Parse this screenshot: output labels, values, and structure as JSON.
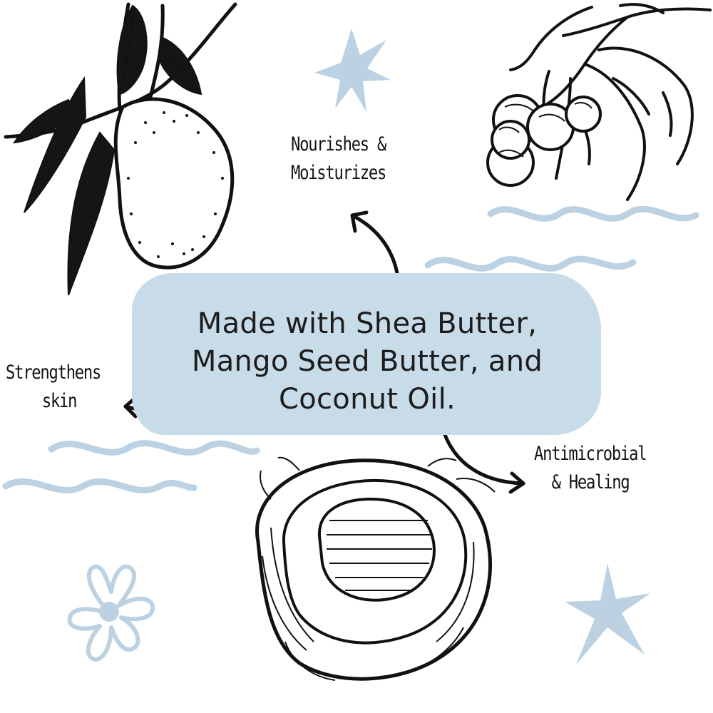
{
  "main": {
    "line1": "Made with Shea Butter,",
    "line2": "Mango Seed Butter, and",
    "line3": "Coconut Oil."
  },
  "labels": {
    "nourishes_line1": "Nourishes &",
    "nourishes_line2": "Moisturizes",
    "strengthens_line1": "Strengthens",
    "strengthens_line2": "skin",
    "antimicrobial_line1": "Antimicrobial",
    "antimicrobial_line2": "& Healing"
  },
  "colors": {
    "accent_blue": "#c8dbe8",
    "doodle_blue": "#bcd2e2",
    "ink": "#111111"
  },
  "icons": [
    "mango-branch-icon",
    "shea-fruit-branch-icon",
    "coconut-half-icon",
    "star-icon",
    "flower-icon",
    "wave-icon",
    "arrow-icon"
  ]
}
